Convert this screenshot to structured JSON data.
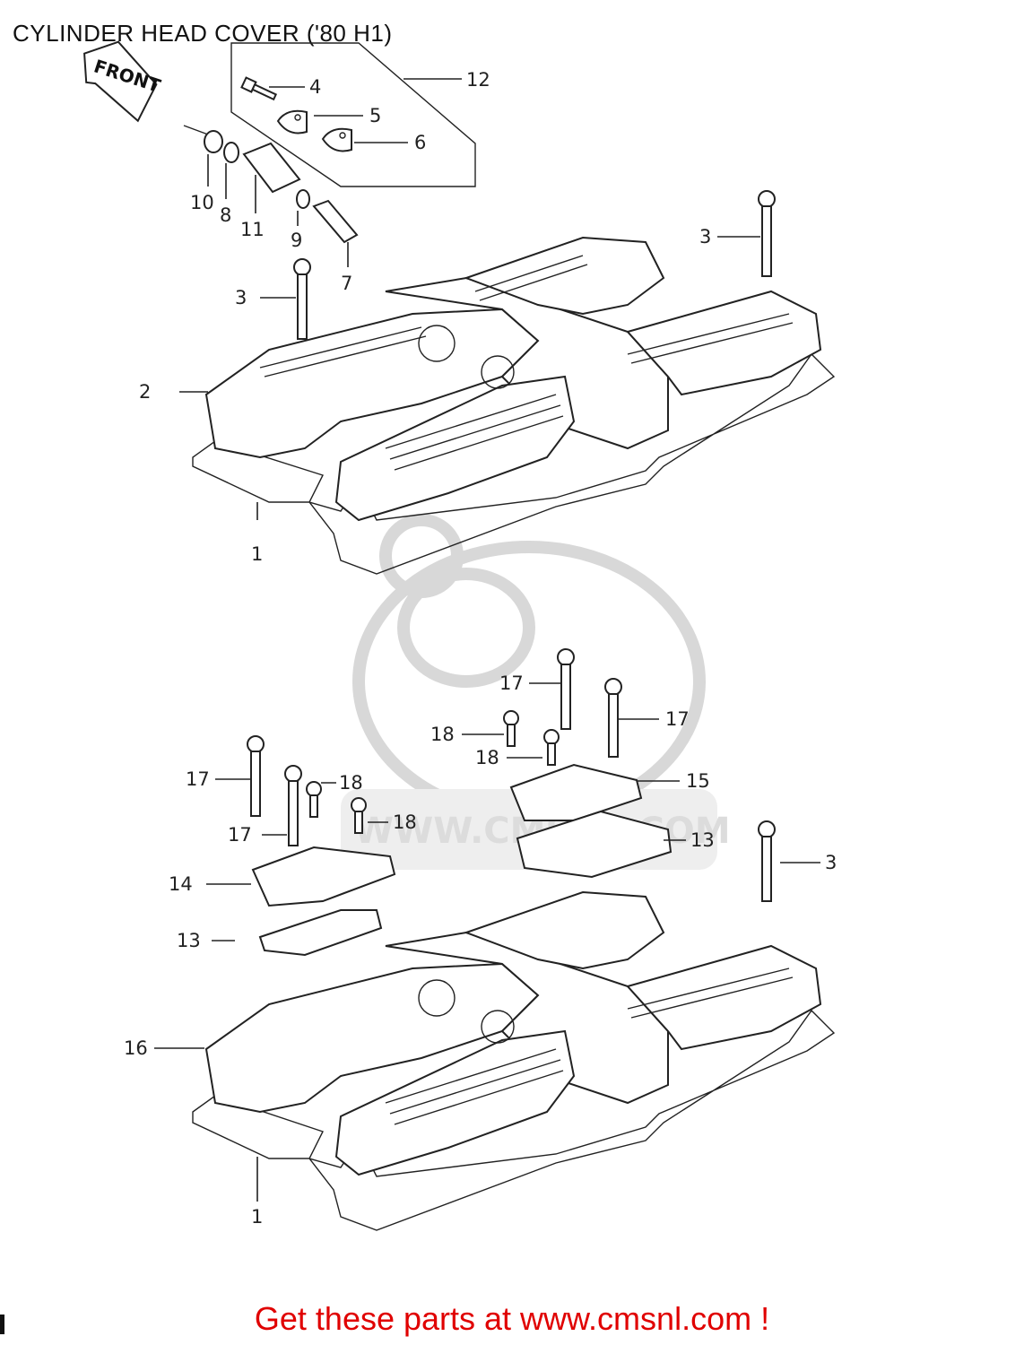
{
  "title": "CYLINDER HEAD COVER ('80 H1)",
  "front_arrow": "FRONT",
  "watermark": "WWW.CMSNL.COM",
  "cta": "Get these parts at www.cmsnl.com !",
  "colors": {
    "cta": "#e00000",
    "lines": "#222222",
    "watermark": "#d8d8d8"
  },
  "callouts_top": {
    "c1": "1",
    "c2": "2",
    "c3a": "3",
    "c3b": "3",
    "c4": "4",
    "c5": "5",
    "c6": "6",
    "c7": "7",
    "c8": "8",
    "c9": "9",
    "c10": "10",
    "c11": "11",
    "c12": "12"
  },
  "callouts_bottom": {
    "c1": "1",
    "c3": "3",
    "c13a": "13",
    "c13b": "13",
    "c14": "14",
    "c15": "15",
    "c16": "16",
    "c17a": "17",
    "c17b": "17",
    "c17c": "17",
    "c17d": "17",
    "c18a": "18",
    "c18b": "18",
    "c18c": "18",
    "c18d": "18"
  }
}
